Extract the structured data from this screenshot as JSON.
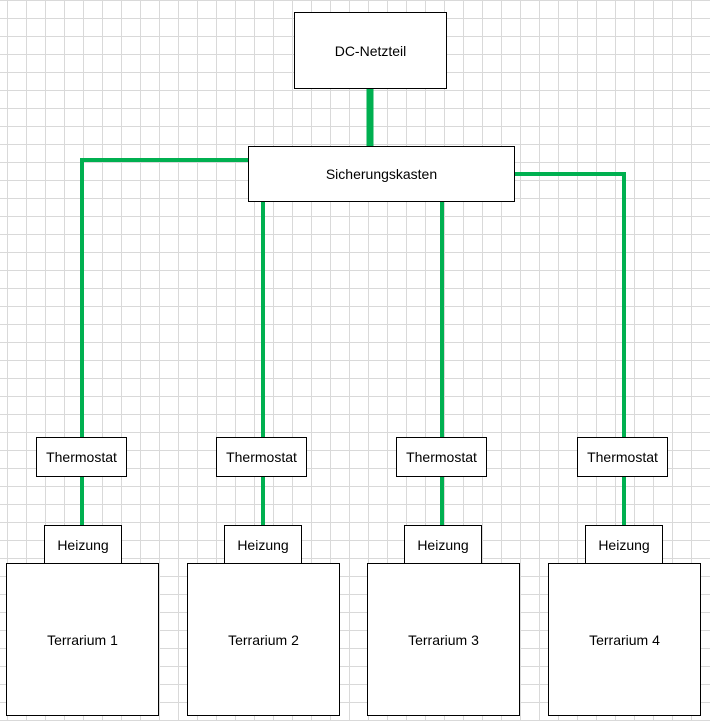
{
  "diagram": {
    "wire_color": "#00b050",
    "nodes": {
      "netzteil": "DC-Netzteil",
      "sicherungskasten": "Sicherungskasten",
      "branches": [
        {
          "thermostat": "Thermostat",
          "heizung": "Heizung",
          "terrarium": "Terrarium 1"
        },
        {
          "thermostat": "Thermostat",
          "heizung": "Heizung",
          "terrarium": "Terrarium 2"
        },
        {
          "thermostat": "Thermostat",
          "heizung": "Heizung",
          "terrarium": "Terrarium 3"
        },
        {
          "thermostat": "Thermostat",
          "heizung": "Heizung",
          "terrarium": "Terrarium 4"
        }
      ]
    }
  }
}
